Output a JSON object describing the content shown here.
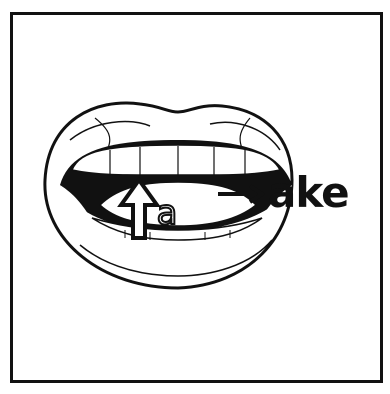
{
  "card": {
    "letter": "a",
    "word_ending": "ake"
  },
  "icons": {
    "mouth": "open-mouth-illustration",
    "tongue_arrow": "up-arrow-icon",
    "pointer_arrow": "right-arrow-icon"
  },
  "colors": {
    "ink": "#111111",
    "paper": "#ffffff"
  }
}
